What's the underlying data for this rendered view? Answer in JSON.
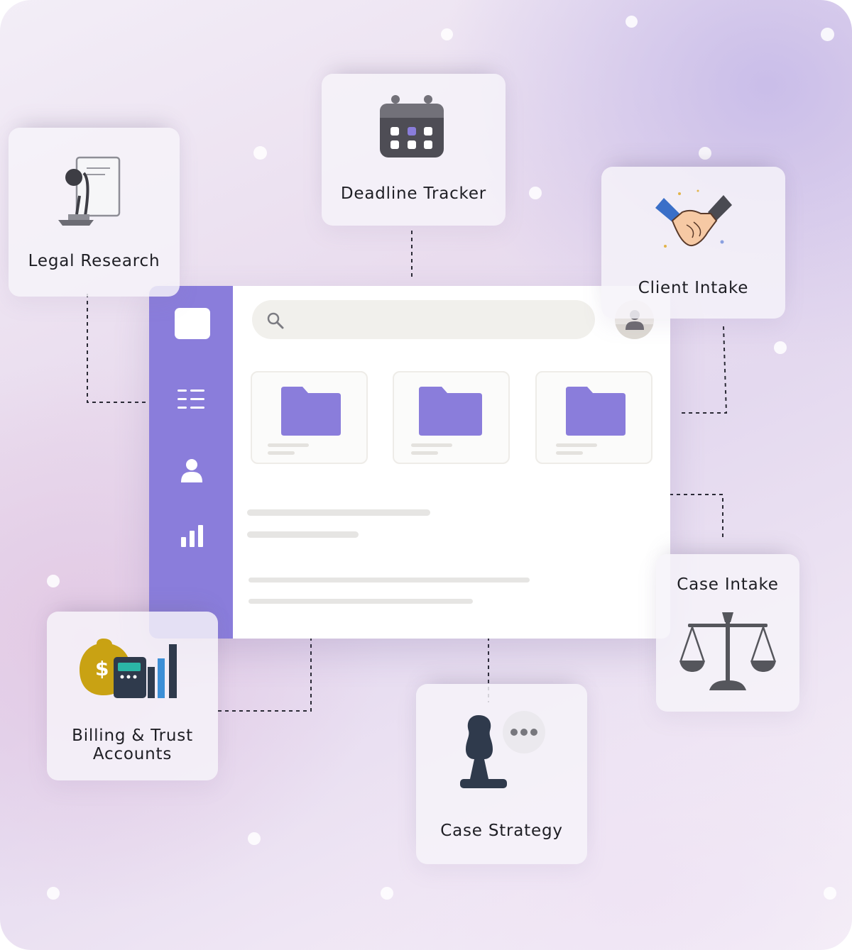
{
  "diagram": {
    "hub": {
      "search": {
        "placeholder": ""
      },
      "sidebar": {
        "items": [
          "logo",
          "list",
          "user",
          "chart"
        ]
      },
      "folders": 3,
      "accent_color": "#8a7ddb"
    },
    "nodes": {
      "legal_research": {
        "label": "Legal Research",
        "icon": "legal-research-icon"
      },
      "deadline_tracker": {
        "label": "Deadline Tracker",
        "icon": "calendar-icon"
      },
      "client_intake": {
        "label": "Client Intake",
        "icon": "handshake-icon"
      },
      "case_intake": {
        "label": "Case Intake",
        "icon": "scales-icon"
      },
      "case_strategy": {
        "label": "Case Strategy",
        "icon": "chess-pawn-icon"
      },
      "billing_trust": {
        "label_line1": "Billing & Trust",
        "label_line2": "Accounts",
        "icon": "billing-icon"
      }
    },
    "connector_style": "dashed"
  }
}
